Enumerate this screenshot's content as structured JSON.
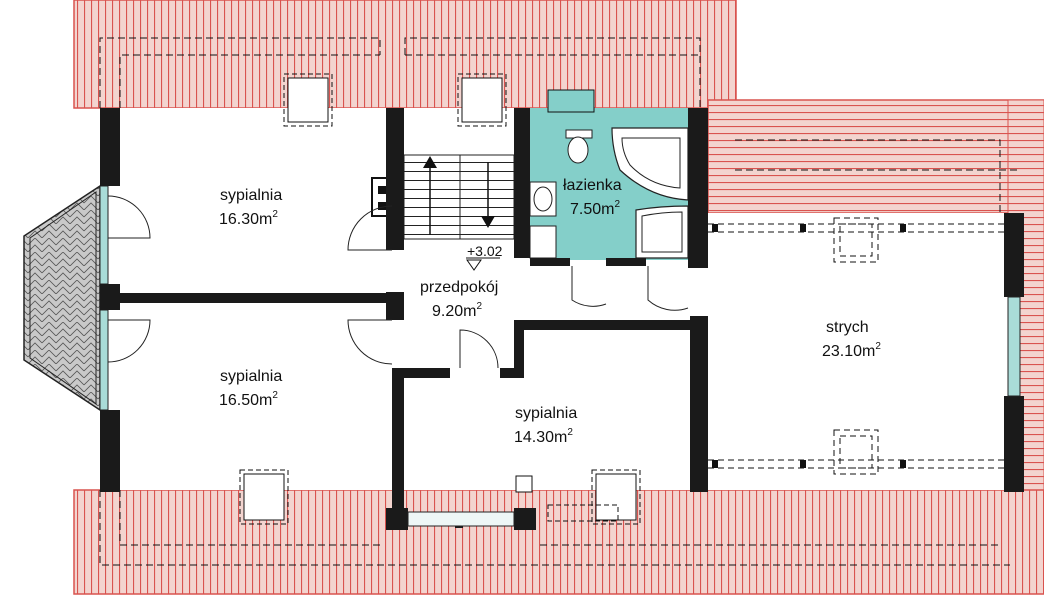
{
  "plan": {
    "colors": {
      "roof_fill": "#f1c9c4",
      "roof_line": "#d9534f",
      "wall": "#1a1a1a",
      "bathroom": "#84cfc9",
      "window_glass": "#a9dcd8",
      "bay_fill": "#c9c9c9"
    },
    "elevation": "+3.02",
    "rooms": [
      {
        "id": "bedroom-1",
        "name": "sypialnia",
        "area": "16.30m",
        "unit_sup": "2"
      },
      {
        "id": "bedroom-2",
        "name": "sypialnia",
        "area": "16.50m",
        "unit_sup": "2"
      },
      {
        "id": "bedroom-3",
        "name": "sypialnia",
        "area": "14.30m",
        "unit_sup": "2"
      },
      {
        "id": "hall",
        "name": "przedpokój",
        "area": "9.20m",
        "unit_sup": "2"
      },
      {
        "id": "bathroom",
        "name": "łazienka",
        "area": "7.50m",
        "unit_sup": "2"
      },
      {
        "id": "attic",
        "name": "strych",
        "area": "23.10m",
        "unit_sup": "2"
      }
    ]
  }
}
